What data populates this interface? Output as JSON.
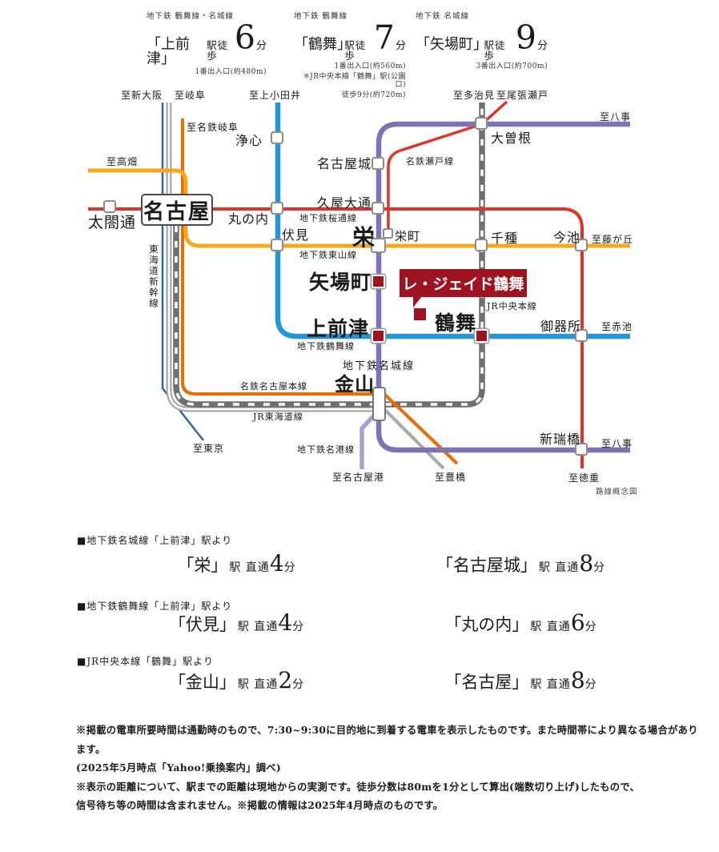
{
  "header": {
    "blocks": [
      {
        "line": "地下鉄 鶴舞線・名城線",
        "station": "「上前津」",
        "walk": "駅徒歩",
        "minutes": "6",
        "unit": "分",
        "notes": [
          "1番出入口(約480m)"
        ]
      },
      {
        "line": "地下鉄 鶴舞線",
        "station": "「鶴舞」",
        "walk": "駅徒歩",
        "minutes": "7",
        "unit": "分",
        "notes": [
          "1番出入口(約560m)",
          "※JR中央本線「鶴舞」駅(公園口)",
          "徒歩9分(約720m)"
        ]
      },
      {
        "line": "地下鉄 名城線",
        "station": "「矢場町」",
        "walk": "駅徒歩",
        "minutes": "9",
        "unit": "分",
        "notes": [
          "3番出入口(約700m)"
        ]
      }
    ]
  },
  "map": {
    "caption": "路線概念図",
    "property_label": "レ・ジェイド鶴舞",
    "stations": {
      "nagoya": "名古屋",
      "taikodori": "太閤通",
      "joshin": "浄心",
      "marunouchi": "丸の内",
      "fushimi": "伏見",
      "sakae": "栄",
      "sakaemachi": "栄町",
      "nagoyajo": "名古屋城",
      "hisayaodori": "久屋大通",
      "ozone": "大曽根",
      "chikusa": "千種",
      "imaike": "今池",
      "gokiso": "御器所",
      "aratamabashi": "新瑞橋",
      "yabacho": "矢場町",
      "kamimaezu": "上前津",
      "tsurumai": "鶴舞",
      "kanayama": "金山"
    },
    "lines": {
      "sakuradori": "地下鉄桜通線",
      "higashiyama": "地下鉄東山線",
      "tsurumai": "地下鉄鶴舞線",
      "meijo": "地下鉄名城線",
      "meiko": "地下鉄名港線",
      "chuo": "JR中央本線",
      "tokaido": "JR東海道線",
      "meitetsu": "名鉄名古屋本線",
      "seto": "名鉄瀬戸線",
      "shinkansen": "東海道新幹線"
    },
    "terminals": {
      "shin_osaka": "至新大阪",
      "gifu": "至岐阜",
      "meitetsu_gifu": "至名鉄岐阜",
      "kamiotai": "至上小田井",
      "tajimi": "至多治見",
      "owari_seto": "至尾張瀬戸",
      "yagoto_top": "至八事",
      "takabata": "至高畑",
      "fujigaoka": "至藤が丘",
      "akaike": "至赤池",
      "yagoto_bottom": "至八事",
      "tokushige": "至徳重",
      "tokyo": "至東京",
      "nagoyako": "至名古屋港",
      "toyohashi": "至豊橋"
    },
    "colors": {
      "sakuradori": "#df342a",
      "higashiyama": "#f4a71f",
      "tsurumai": "#2396d8",
      "meijo": "#7d74b5",
      "meiko": "#a9a0d2",
      "meitetsu": "#ed6c00",
      "jr_dark": "#6f6f6f",
      "jr_gray": "#a8a8a8",
      "shinkansen": "#3263ad",
      "property": "#9e1420"
    }
  },
  "commute": {
    "sections": [
      {
        "heading": "■地下鉄名城線「上前津」駅より",
        "items": [
          {
            "station": "「栄」",
            "label": "駅 直通",
            "minutes": "4",
            "unit": "分"
          },
          {
            "station": "「名古屋城」",
            "label": "駅 直通",
            "minutes": "8",
            "unit": "分"
          }
        ]
      },
      {
        "heading": "■地下鉄鶴舞線「上前津」駅より",
        "items": [
          {
            "station": "「伏見」",
            "label": "駅 直通",
            "minutes": "4",
            "unit": "分"
          },
          {
            "station": "「丸の内」",
            "label": "駅 直通",
            "minutes": "6",
            "unit": "分"
          }
        ]
      },
      {
        "heading": "■JR中央本線「鶴舞」駅より",
        "items": [
          {
            "station": "「金山」",
            "label": "駅 直通",
            "minutes": "2",
            "unit": "分"
          },
          {
            "station": "「名古屋」",
            "label": "駅 直通",
            "minutes": "8",
            "unit": "分"
          }
        ]
      }
    ]
  },
  "footnotes": [
    "※掲載の電車所要時間は通勤時のもので、7:30~9:30に目的地に到着する電車を表示したものです。また時間帯により異なる場合があります。",
    "(2025年5月時点「Yahoo!乗換案内」調べ)",
    "※表示の距離について、駅までの距離は現地からの実測です。徒歩分数は80mを1分として算出(端数切り上げ)したもので、",
    "信号待ち等の時間は含まれません。※掲載の情報は2025年4月時点のものです。"
  ]
}
